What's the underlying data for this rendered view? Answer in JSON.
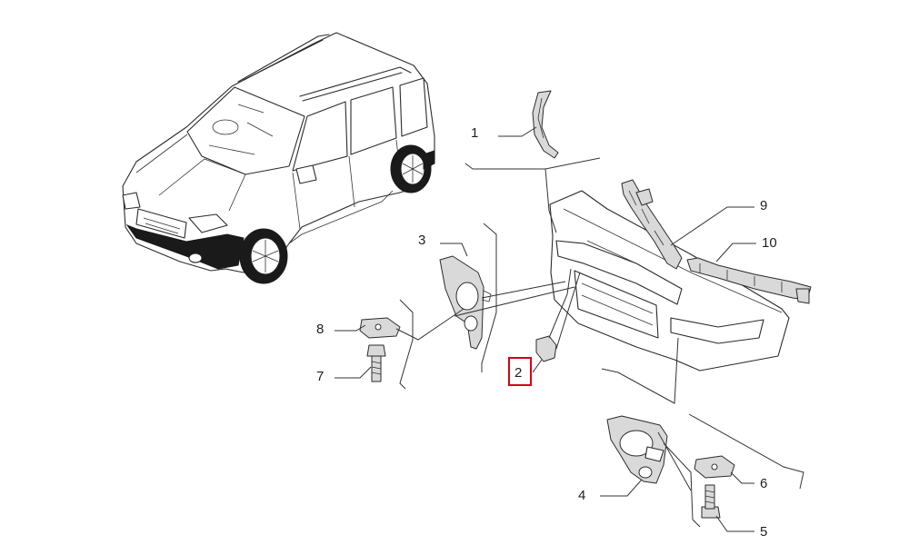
{
  "diagram": {
    "callouts": [
      {
        "id": "callout-1",
        "label": "1"
      },
      {
        "id": "callout-2",
        "label": "2",
        "highlighted": true
      },
      {
        "id": "callout-3",
        "label": "3"
      },
      {
        "id": "callout-4",
        "label": "4"
      },
      {
        "id": "callout-5",
        "label": "5"
      },
      {
        "id": "callout-6",
        "label": "6"
      },
      {
        "id": "callout-7",
        "label": "7"
      },
      {
        "id": "callout-8",
        "label": "8"
      },
      {
        "id": "callout-9",
        "label": "9"
      },
      {
        "id": "callout-10",
        "label": "10"
      }
    ],
    "colors": {
      "line": "#2b2b2b",
      "part_fill": "#d9d9d9",
      "highlight": "#d0021b",
      "background": "#ffffff"
    }
  }
}
